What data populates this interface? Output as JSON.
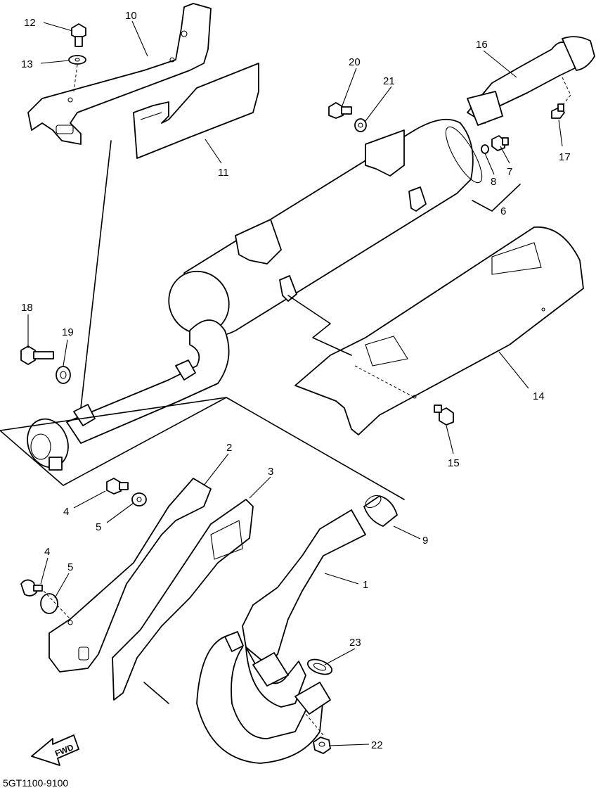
{
  "diagram_code": "5GT1100-9100",
  "fwd_label": "FWD",
  "callouts": {
    "p1": "1",
    "p2": "2",
    "p3": "3",
    "p4a": "4",
    "p4b": "4",
    "p5a": "5",
    "p5b": "5",
    "p6": "6",
    "p7": "7",
    "p8": "8",
    "p9": "9",
    "p10": "10",
    "p11": "11",
    "p12": "12",
    "p13": "13",
    "p14": "14",
    "p15": "15",
    "p16": "16",
    "p17": "17",
    "p18": "18",
    "p19": "19",
    "p20": "20",
    "p21": "21",
    "p22": "22",
    "p23": "23"
  }
}
